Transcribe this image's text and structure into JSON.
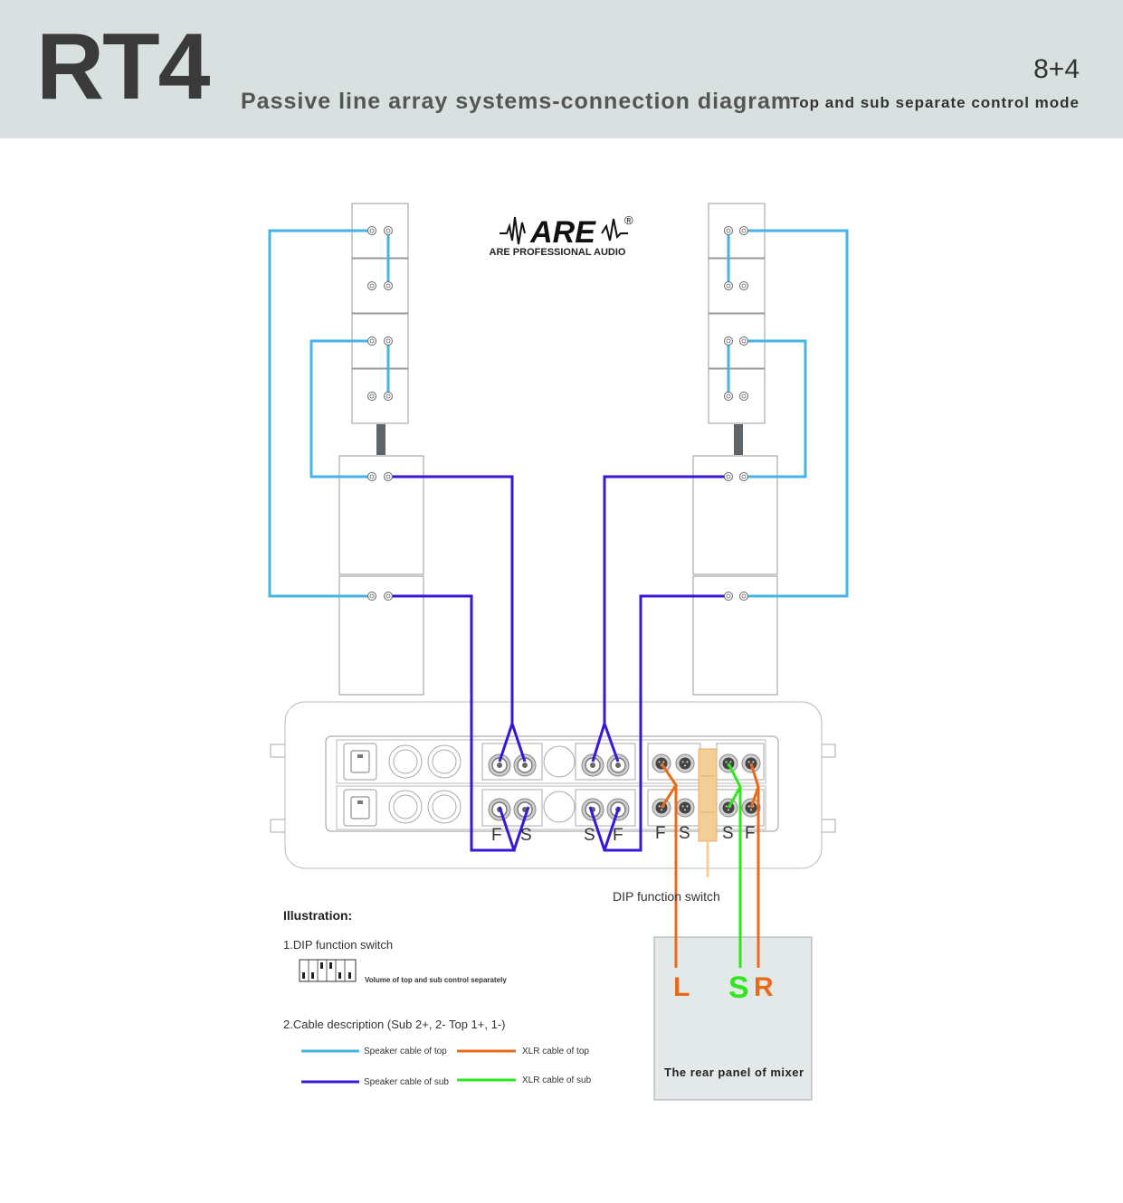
{
  "header": {
    "model": "RT4",
    "subtitle": "Passive line array systems-connection diagram",
    "ratio": "8+4",
    "mode": "Top and sub separate control mode"
  },
  "brand": {
    "name": "ARE PROFESSIONAL AUDIO",
    "logo_text": "ARE",
    "registered": "®"
  },
  "amp_labels": {
    "left_speakon_1": "F",
    "left_speakon_2": "S",
    "mid_speakon_1": "S",
    "mid_speakon_2": "F",
    "xlr_left_1": "F",
    "xlr_left_2": "S",
    "xlr_right_1": "S",
    "xlr_right_2": "F"
  },
  "dip_label": "DIP function switch",
  "mixer": {
    "label": "The rear panel of mixer",
    "left": "L",
    "sub": "S",
    "right": "R"
  },
  "illustration": {
    "title": "Illustration:",
    "item1": "1.DIP function switch",
    "dip_note": "Volume of top and sub control separately",
    "item2": "2.Cable description",
    "item2_detail": "(Sub 2+, 2-  Top 1+, 1-)"
  },
  "legend": [
    {
      "label": "Speaker cable of top",
      "color": "#44b4e8"
    },
    {
      "label": "XLR cable of top",
      "color": "#ea6a1a"
    },
    {
      "label": "Speaker cable of sub",
      "color": "#3a16d6"
    },
    {
      "label": "XLR cable of sub",
      "color": "#2ce81c"
    }
  ],
  "colors": {
    "top_speaker_cable": "#44b4e8",
    "sub_speaker_cable": "#3a16d6",
    "xlr_top": "#ea6a1a",
    "xlr_sub": "#2ce81c"
  }
}
